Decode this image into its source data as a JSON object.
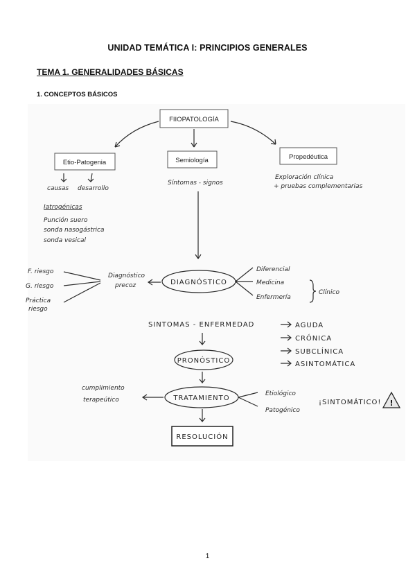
{
  "document": {
    "unit_title": "UNIDAD TEMÁTICA I: PRINCIPIOS GENERALES",
    "topic_title": "TEMA 1. GENERALIDADES BÁSICAS",
    "section_title": "1.  CONCEPTOS BÁSICOS",
    "page_number": "1"
  },
  "diagram": {
    "root": "FIIOPATOLOGÍA",
    "etio_box": "Etio-Patogenia",
    "semio_box": "Semiología",
    "prope_box": "Propedéutica",
    "etio_causas": "causas",
    "etio_desarrollo": "desarrollo",
    "iatro_title": "Iatrogénicas",
    "iatro_1": "Punción suero",
    "iatro_2": "sonda nasogástrica",
    "iatro_3": "sonda vesical",
    "semio_note": "Síntomas - signos",
    "prope_1": "Exploración clínica",
    "prope_2": "+ pruebas complementarias",
    "risk_1": "F. riesgo",
    "risk_2": "G. riesgo",
    "risk_3a": "Práctica",
    "risk_3b": "riesgo",
    "dx_precoz_1": "Diagnóstico",
    "dx_precoz_2": "precoz",
    "diagnostico": "DIAGNÓSTICO",
    "dx_1": "Diferencial",
    "dx_2": "Medicina",
    "dx_3": "Enfermería",
    "clinico": "Clínico",
    "sintomas_enf": "SINTOMAS - ENFERMEDAD",
    "tipo_1": "AGUDA",
    "tipo_2": "CRÓNICA",
    "tipo_3": "SUBCLÍNICA",
    "tipo_4": "ASINTOMÁTICA",
    "pronostico": "PRONÓSTICO",
    "tratamiento": "TRATAMIENTO",
    "cumplimiento_1": "cumplimiento",
    "cumplimiento_2": "terapeútico",
    "trat_1": "Etiológico",
    "trat_2": "Patogénico",
    "sintomatico": "¡SINTOMÁTICO!",
    "resolucion": "RESOLUCIÓN"
  }
}
